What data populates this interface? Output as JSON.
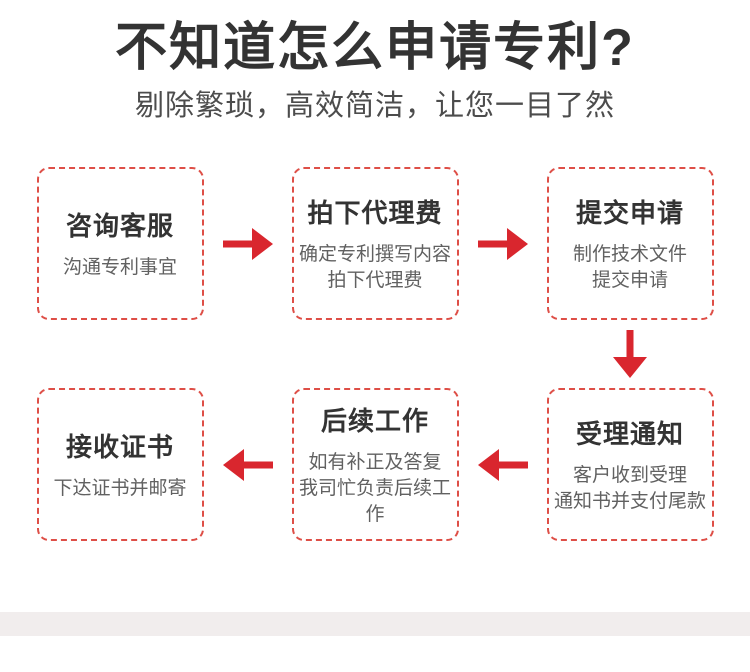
{
  "header": {
    "title": "不知道怎么申请专利?",
    "subtitle": "剔除繁琐，高效简洁，让您一目了然"
  },
  "flow": {
    "steps": [
      {
        "title": "咨询客服",
        "lines": [
          "沟通专利事宜"
        ]
      },
      {
        "title": "拍下代理费",
        "lines": [
          "确定专利撰写内容",
          "拍下代理费"
        ]
      },
      {
        "title": "提交申请",
        "lines": [
          "制作技术文件",
          "提交申请"
        ]
      },
      {
        "title": "受理通知",
        "lines": [
          "客户收到受理",
          "通知书并支付尾款"
        ]
      },
      {
        "title": "后续工作",
        "lines": [
          "如有补正及答复",
          "我司忙负责后续工作"
        ]
      },
      {
        "title": "接收证书",
        "lines": [
          "下达证书并邮寄"
        ]
      }
    ],
    "arrows": [
      "arrow-right",
      "arrow-right",
      "arrow-down",
      "arrow-left",
      "arrow-left"
    ]
  },
  "colors": {
    "arrow_red": "#d9262e",
    "box_border_red": "#de4f47",
    "title_text": "#333333",
    "subtitle_text": "#4c4c4c",
    "step_line_text": "#616161",
    "footer_band": "#f1eded"
  }
}
